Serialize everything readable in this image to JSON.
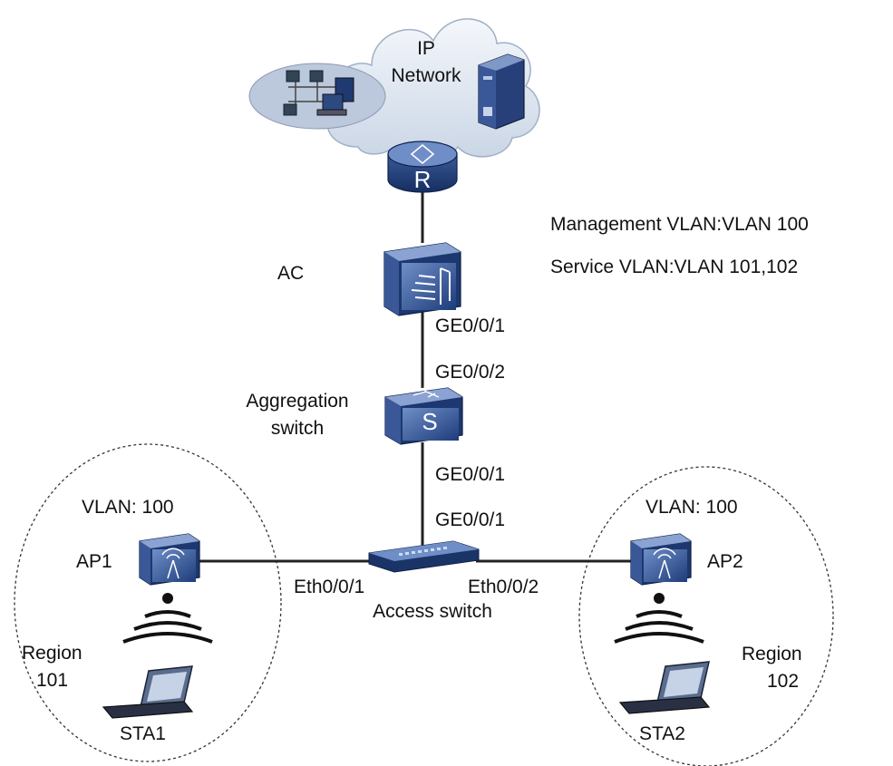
{
  "cloud": {
    "line1": "IP",
    "line2": "Network"
  },
  "info": {
    "management_vlan": "Management VLAN:VLAN 100",
    "service_vlan": "Service VLAN:VLAN 101,102"
  },
  "devices": {
    "router_glyph": "R",
    "ac": "AC",
    "aggregation_line1": "Aggregation",
    "aggregation_line2": "switch",
    "switch_glyph": "S",
    "access_switch": "Access switch"
  },
  "ports": {
    "ac_down": "GE0/0/1",
    "agg_up": "GE0/0/2",
    "agg_down": "GE0/0/1",
    "access_up": "GE0/0/1",
    "access_left": "Eth0/0/1",
    "access_right": "Eth0/0/2"
  },
  "region_left": {
    "vlan": "VLAN: 100",
    "ap": "AP1",
    "region_line1": "Region",
    "region_line2": "101",
    "sta": "STA1"
  },
  "region_right": {
    "vlan": "VLAN: 100",
    "ap": "AP2",
    "region_line1": "Region",
    "region_line2": "102",
    "sta": "STA2"
  },
  "icons": [
    "cloud-icon",
    "lan-group-icon",
    "server-icon",
    "router-icon",
    "ac-icon",
    "switch-icon",
    "access-switch-icon",
    "ap-icon",
    "wireless-signal-icon",
    "laptop-icon"
  ]
}
